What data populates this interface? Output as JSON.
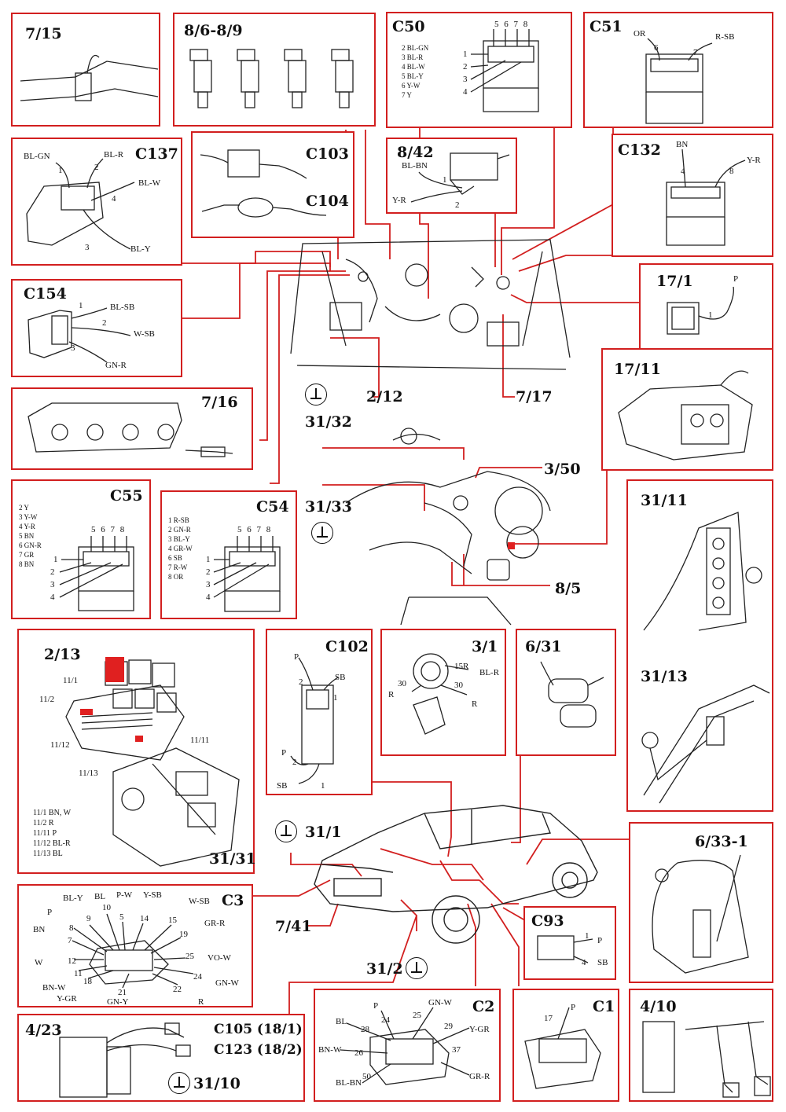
{
  "panels": {
    "p715": "7/15",
    "p869": "8/6-8/9",
    "c50": {
      "title": "C50",
      "wires": [
        "2 BL-GN",
        "3 BL-R",
        "4 BL-W",
        "5 BL-Y",
        "6 Y-W",
        "7 Y"
      ],
      "pins_top": "5 6 7 8",
      "pins_side": [
        "1",
        "2",
        "3",
        "4"
      ]
    },
    "c51": {
      "title": "C51",
      "l": "OR",
      "r": "R-SB",
      "p6": "6",
      "p7": "7"
    },
    "c137": {
      "title": "C137",
      "a": "BL-GN",
      "b": "BL-R",
      "c": "BL-W",
      "d": "BL-Y",
      "n1": "1",
      "n2": "2",
      "n3": "3",
      "n4": "4"
    },
    "c103": "C103",
    "c104": "C104",
    "p842": {
      "title": "8/42",
      "a": "BL-BN",
      "b": "Y-R",
      "n1": "1",
      "n2": "2"
    },
    "c132": {
      "title": "C132",
      "a": "BN",
      "b": "Y-R",
      "n4": "4",
      "n8": "8"
    },
    "c154": {
      "title": "C154",
      "a": "BL-SB",
      "b": "W-SB",
      "c": "GN-R",
      "n1": "1",
      "n2": "2",
      "n3": "3"
    },
    "p171": {
      "title": "17/1",
      "p": "P",
      "n1": "1"
    },
    "p716": "7/16",
    "p1711": "17/11",
    "c55": {
      "title": "C55",
      "wires": [
        "2 Y",
        "3 Y-W",
        "4 Y-R",
        "5 BN",
        "6 GN-R",
        "7 GR",
        "8 BN"
      ],
      "pins_top": "5 6 7 8",
      "pins_side": [
        "1",
        "2",
        "3",
        "4"
      ]
    },
    "c54": {
      "title": "C54",
      "wires": [
        "1 R-SB",
        "2 GN-R",
        "3 BL-Y",
        "4 GR-W",
        "6 SB",
        "7 R-W",
        "8 OR"
      ],
      "pins_top": "5 6 7 8",
      "pins_side": [
        "1",
        "2",
        "3",
        "4"
      ]
    },
    "p3111": "31/11",
    "p3113": "31/13",
    "p213": {
      "title": "2/13",
      "l1": "11/1",
      "l2": "11/2",
      "l12": "11/12",
      "l13": "11/13",
      "l11": "11/11",
      "legend": [
        "11/1 BN, W",
        "11/2 R",
        "11/11 P",
        "11/12 BL-R",
        "11/13 BL"
      ],
      "p3131": "31/31"
    },
    "c102": {
      "title": "C102",
      "p": "P",
      "sb": "SB",
      "n1": "1",
      "n2": "2",
      "n2b": "2",
      "n1b": "1",
      "pb": "P",
      "sbb": "SB"
    },
    "p31": {
      "title": "3/1",
      "a": "15R",
      "b": "BL-R",
      "c": "30",
      "d": "30",
      "e": "R",
      "f": "R"
    },
    "p631": "6/31",
    "p6331": "6/33-1",
    "c3": {
      "title": "C3",
      "labels": [
        "BL-Y",
        "BL",
        "P-W",
        "Y-SB",
        "W-SB",
        "GR-R",
        "VO-W",
        "GN-W",
        "R",
        "GN-Y",
        "Y-GR",
        "BN-W",
        "W",
        "BN",
        "P"
      ],
      "nums": [
        "9",
        "10",
        "5",
        "14",
        "15",
        "19",
        "25",
        "24",
        "22",
        "21",
        "18",
        "11",
        "12",
        "7",
        "8"
      ]
    },
    "c93": {
      "title": "C93",
      "p": "P",
      "sb": "SB",
      "n1": "1",
      "n4": "4"
    },
    "p423": {
      "title": "4/23",
      "c105": "C105 (18/1)",
      "c123": "C123 (18/2)",
      "g": "31/10"
    },
    "c2": {
      "title": "C2",
      "labels": [
        "P",
        "GN-W",
        "Y-GR",
        "GR-R",
        "BL",
        "BN-W",
        "BL-BN"
      ],
      "nums": [
        "24",
        "25",
        "29",
        "37",
        "28",
        "26",
        "50"
      ]
    },
    "c1": {
      "title": "C1",
      "p": "P",
      "n": "17"
    },
    "p410": "4/10"
  },
  "callouts": {
    "g3132": "31/32",
    "g3133": "31/33",
    "c212": "2/12",
    "c717": "7/17",
    "c350": "3/50",
    "c85": "8/5",
    "g311": "31/1",
    "c741": "7/41",
    "g312": "31/2"
  },
  "colors": {
    "frame": "#d21f1f",
    "leader": "#d21f1f",
    "ink": "#111111",
    "highlight": "#e02020"
  }
}
